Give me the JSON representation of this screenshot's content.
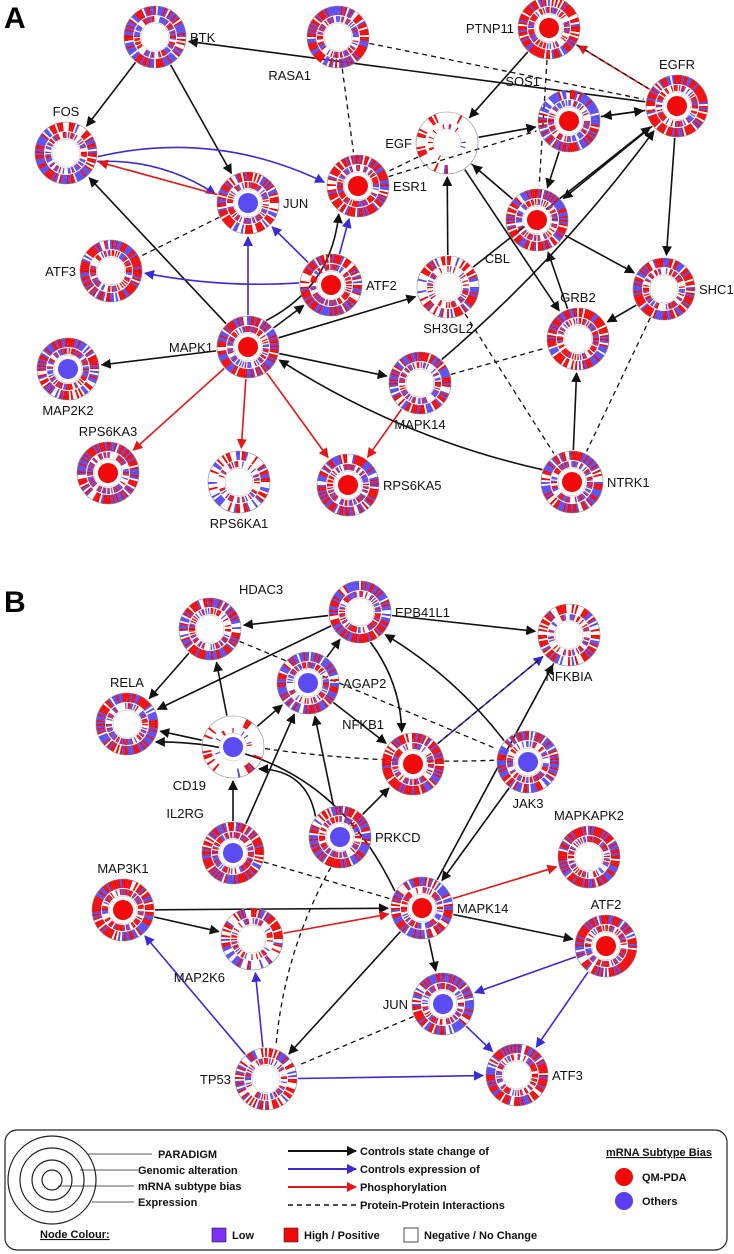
{
  "panels": [
    {
      "id": "A",
      "nodes": [
        {
          "id": "BTK",
          "ring": "mixed-blue",
          "center": "none"
        },
        {
          "id": "RASA1",
          "ring": "mixed-blue",
          "center": "none"
        },
        {
          "id": "PTNP11",
          "ring": "mixed-red",
          "center": "red"
        },
        {
          "id": "EGFR",
          "ring": "mixed-red",
          "center": "red"
        },
        {
          "id": "SOS1",
          "ring": "mixed-blue",
          "center": "red"
        },
        {
          "id": "EGF",
          "ring": "white",
          "center": "none"
        },
        {
          "id": "FOS",
          "ring": "mixed-blue",
          "center": "none"
        },
        {
          "id": "JUN",
          "ring": "mixed-red",
          "center": "blue"
        },
        {
          "id": "ESR1",
          "ring": "mixed-red",
          "center": "red"
        },
        {
          "id": "CBL",
          "ring": "mixed-red",
          "center": "red"
        },
        {
          "id": "ATF3",
          "ring": "mixed-red",
          "center": "none"
        },
        {
          "id": "ATF2",
          "ring": "mixed-red",
          "center": "red"
        },
        {
          "id": "SH3GL2",
          "ring": "light",
          "center": "none"
        },
        {
          "id": "SHC1",
          "ring": "mixed-red",
          "center": "none"
        },
        {
          "id": "GRB2",
          "ring": "mixed-red",
          "center": "none"
        },
        {
          "id": "MAPK1",
          "ring": "mixed-blue",
          "center": "red"
        },
        {
          "id": "MAP2K2",
          "ring": "mixed-blue",
          "center": "blue"
        },
        {
          "id": "MAPK14",
          "ring": "mixed-blue",
          "center": "none"
        },
        {
          "id": "RPS6KA3",
          "ring": "mixed-blue",
          "center": "red"
        },
        {
          "id": "RPS6KA1",
          "ring": "light",
          "center": "none"
        },
        {
          "id": "RPS6KA5",
          "ring": "mixed-blue",
          "center": "red"
        },
        {
          "id": "NTRK1",
          "ring": "mixed-blue",
          "center": "red"
        }
      ],
      "edges": [
        {
          "from": "BTK",
          "to": "FOS",
          "type": "state"
        },
        {
          "from": "BTK",
          "to": "JUN",
          "type": "state"
        },
        {
          "from": "EGFR",
          "to": "BTK",
          "type": "state"
        },
        {
          "from": "FOS",
          "to": "ESR1",
          "type": "expression"
        },
        {
          "from": "FOS",
          "to": "JUN",
          "type": "expression"
        },
        {
          "from": "JUN",
          "to": "FOS",
          "type": "phosphorylation"
        },
        {
          "from": "MAPK1",
          "to": "FOS",
          "type": "state"
        },
        {
          "from": "MAPK1",
          "to": "JUN",
          "type": "expression"
        },
        {
          "from": "MAPK1",
          "to": "ESR1",
          "type": "state"
        },
        {
          "from": "MAPK1",
          "to": "ATF2",
          "type": "state"
        },
        {
          "from": "MAPK1",
          "to": "SH3GL2",
          "type": "state"
        },
        {
          "from": "MAPK1",
          "to": "MAP2K2",
          "type": "state"
        },
        {
          "from": "MAPK1",
          "to": "MAPK14",
          "type": "state"
        },
        {
          "from": "MAPK1",
          "to": "RPS6KA3",
          "type": "phosphorylation"
        },
        {
          "from": "MAPK1",
          "to": "RPS6KA1",
          "type": "phosphorylation"
        },
        {
          "from": "MAPK1",
          "to": "RPS6KA5",
          "type": "phosphorylation"
        },
        {
          "from": "ATF2",
          "to": "JUN",
          "type": "expression"
        },
        {
          "from": "ATF2",
          "to": "ESR1",
          "type": "expression"
        },
        {
          "from": "ATF2",
          "to": "ATF3",
          "type": "expression"
        },
        {
          "from": "MAPK14",
          "to": "RPS6KA5",
          "type": "phosphorylation"
        },
        {
          "from": "NTRK1",
          "to": "MAPK1",
          "type": "state"
        },
        {
          "from": "NTRK1",
          "to": "GRB2",
          "type": "state"
        },
        {
          "from": "MAPK14",
          "to": "EGFR",
          "type": "state"
        },
        {
          "from": "EGF",
          "to": "SOS1",
          "type": "state"
        },
        {
          "from": "EGF",
          "to": "GRB2",
          "type": "state"
        },
        {
          "from": "SH3GL2",
          "to": "EGF",
          "type": "state"
        },
        {
          "from": "SOS1",
          "to": "EGFR",
          "type": "state"
        },
        {
          "from": "SOS1",
          "to": "CBL",
          "type": "state"
        },
        {
          "from": "EGFR",
          "to": "SOS1",
          "type": "state"
        },
        {
          "from": "EGFR",
          "to": "CBL",
          "type": "state"
        },
        {
          "from": "EGFR",
          "to": "SHC1",
          "type": "state"
        },
        {
          "from": "EGFR",
          "to": "PTNP11",
          "type": "phosphorylation"
        },
        {
          "from": "PTNP11",
          "to": "EGF",
          "type": "state"
        },
        {
          "from": "CBL",
          "to": "EGF",
          "type": "state"
        },
        {
          "from": "CBL",
          "to": "SHC1",
          "type": "state"
        },
        {
          "from": "GRB2",
          "to": "CBL",
          "type": "state"
        },
        {
          "from": "SHC1",
          "to": "GRB2",
          "type": "state"
        },
        {
          "from": "SH3GL2",
          "to": "EGFR",
          "type": "state"
        },
        {
          "from": "RASA1",
          "to": "ESR1",
          "type": "ppi"
        },
        {
          "from": "RASA1",
          "to": "EGFR",
          "type": "ppi"
        },
        {
          "from": "PTNP11",
          "to": "EGFR",
          "type": "ppi"
        },
        {
          "from": "PTNP11",
          "to": "CBL",
          "type": "ppi"
        },
        {
          "from": "EGF",
          "to": "ESR1",
          "type": "ppi"
        },
        {
          "from": "ESR1",
          "to": "SOS1",
          "type": "ppi"
        },
        {
          "from": "EGF",
          "to": "CBL",
          "type": "ppi"
        },
        {
          "from": "JUN",
          "to": "ATF3",
          "type": "ppi"
        },
        {
          "from": "SH3GL2",
          "to": "NTRK1",
          "type": "ppi"
        },
        {
          "from": "MAPK14",
          "to": "GRB2",
          "type": "ppi"
        },
        {
          "from": "SHC1",
          "to": "NTRK1",
          "type": "ppi"
        }
      ]
    },
    {
      "id": "B",
      "nodes": [
        {
          "id": "HDAC3",
          "ring": "mixed-blue",
          "center": "none"
        },
        {
          "id": "EPB41L1",
          "ring": "mixed-blue",
          "center": "none"
        },
        {
          "id": "NFKBIA",
          "ring": "light",
          "center": "none"
        },
        {
          "id": "AGAP2",
          "ring": "mixed-blue",
          "center": "blue"
        },
        {
          "id": "RELA",
          "ring": "mixed-blue",
          "center": "none"
        },
        {
          "id": "CD19",
          "ring": "white",
          "center": "blue"
        },
        {
          "id": "NFKB1",
          "ring": "mixed-red",
          "center": "red"
        },
        {
          "id": "JAK3",
          "ring": "mixed-blue",
          "center": "blue"
        },
        {
          "id": "IL2RG",
          "ring": "mixed-blue",
          "center": "blue"
        },
        {
          "id": "PRKCD",
          "ring": "mixed-red",
          "center": "blue"
        },
        {
          "id": "MAPKAPK2",
          "ring": "mixed-red",
          "center": "none"
        },
        {
          "id": "MAP3K1",
          "ring": "mixed-red",
          "center": "red"
        },
        {
          "id": "MAPK14",
          "ring": "mixed-blue",
          "center": "red"
        },
        {
          "id": "MAP2K6",
          "ring": "light",
          "center": "none"
        },
        {
          "id": "ATF2",
          "ring": "mixed-red",
          "center": "red"
        },
        {
          "id": "JUN",
          "ring": "mixed-blue",
          "center": "blue"
        },
        {
          "id": "TP53",
          "ring": "light",
          "center": "none"
        },
        {
          "id": "ATF3",
          "ring": "mixed-red",
          "center": "none"
        }
      ],
      "edges": [
        {
          "from": "EPB41L1",
          "to": "HDAC3",
          "type": "state"
        },
        {
          "from": "EPB41L1",
          "to": "RELA",
          "type": "state"
        },
        {
          "from": "EPB41L1",
          "to": "NFKBIA",
          "type": "state"
        },
        {
          "from": "EPB41L1",
          "to": "NFKB1",
          "type": "state"
        },
        {
          "from": "HDAC3",
          "to": "RELA",
          "type": "state"
        },
        {
          "from": "CD19",
          "to": "HDAC3",
          "type": "state"
        },
        {
          "from": "CD19",
          "to": "AGAP2",
          "type": "state"
        },
        {
          "from": "CD19",
          "to": "RELA",
          "type": "state"
        },
        {
          "from": "AGAP2",
          "to": "NFKB1",
          "type": "state"
        },
        {
          "from": "AGAP2",
          "to": "EPB41L1",
          "type": "state"
        },
        {
          "from": "NFKB1",
          "to": "NFKBIA",
          "type": "expression"
        },
        {
          "from": "JAK3",
          "to": "EPB41L1",
          "type": "state"
        },
        {
          "from": "IL2RG",
          "to": "CD19",
          "type": "state"
        },
        {
          "from": "IL2RG",
          "to": "AGAP2",
          "type": "state"
        },
        {
          "from": "PRKCD",
          "to": "AGAP2",
          "type": "state"
        },
        {
          "from": "PRKCD",
          "to": "CD19",
          "type": "state"
        },
        {
          "from": "PRKCD",
          "to": "NFKB1",
          "type": "state"
        },
        {
          "from": "MAPK14",
          "to": "RELA",
          "type": "state"
        },
        {
          "from": "MAPK14",
          "to": "NFKBIA",
          "type": "state"
        },
        {
          "from": "MAPK14",
          "to": "MAPKAPK2",
          "type": "phosphorylation"
        },
        {
          "from": "MAPK14",
          "to": "ATF2",
          "type": "state"
        },
        {
          "from": "MAPK14",
          "to": "JUN",
          "type": "state"
        },
        {
          "from": "MAPK14",
          "to": "TP53",
          "type": "state"
        },
        {
          "from": "JAK3",
          "to": "MAPK14",
          "type": "state"
        },
        {
          "from": "MAP3K1",
          "to": "MAPK14",
          "type": "state"
        },
        {
          "from": "MAP3K1",
          "to": "MAP2K6",
          "type": "state"
        },
        {
          "from": "MAP2K6",
          "to": "MAPK14",
          "type": "phosphorylation"
        },
        {
          "from": "ATF2",
          "to": "JUN",
          "type": "expression"
        },
        {
          "from": "ATF2",
          "to": "ATF3",
          "type": "expression"
        },
        {
          "from": "JUN",
          "to": "ATF3",
          "type": "expression"
        },
        {
          "from": "TP53",
          "to": "MAP3K1",
          "type": "expression"
        },
        {
          "from": "TP53",
          "to": "MAP2K6",
          "type": "expression"
        },
        {
          "from": "TP53",
          "to": "ATF3",
          "type": "expression"
        },
        {
          "from": "HDAC3",
          "to": "JAK3",
          "type": "ppi"
        },
        {
          "from": "EPB41L1",
          "to": "NFKB1",
          "type": "ppi"
        },
        {
          "from": "CD19",
          "to": "JAK3",
          "type": "ppi"
        },
        {
          "from": "NFKB1",
          "to": "NFKBIA",
          "type": "ppi"
        },
        {
          "from": "PRKCD",
          "to": "TP53",
          "type": "ppi"
        },
        {
          "from": "IL2RG",
          "to": "MAPK14",
          "type": "ppi"
        },
        {
          "from": "NFKBIA",
          "to": "MAPK14",
          "type": "ppi"
        },
        {
          "from": "JUN",
          "to": "TP53",
          "type": "ppi"
        }
      ]
    }
  ],
  "legend": {
    "rings": [
      "PARADIGM",
      "Genomic alteration",
      "mRNA subtype bias",
      "Expression"
    ],
    "edge_types": [
      {
        "type": "state",
        "label": "Controls state change of",
        "color": "#000000"
      },
      {
        "type": "expression",
        "label": "Controls expression of",
        "color": "#3b2bd6"
      },
      {
        "type": "phosphorylation",
        "label": "Phosphorylation",
        "color": "#e21818"
      },
      {
        "type": "ppi",
        "label": "Protein-Protein Interactions",
        "color": "#000000"
      }
    ],
    "subtype_title": "mRNA Subtype Bias",
    "subtypes": [
      {
        "label": "QM-PDA",
        "color": "#f20a0a"
      },
      {
        "label": "Others",
        "color": "#5b3cf0"
      }
    ],
    "node_colour_title": "Node Colour:",
    "node_colours": [
      {
        "label": "Low",
        "color": "#7b2ff7"
      },
      {
        "label": "High / Positive",
        "color": "#f20a0a"
      },
      {
        "label": "Negative / No Change",
        "color": "#ffffff"
      }
    ]
  },
  "colors": {
    "red": "#f20a0a",
    "blue": "#5a4cf2",
    "state": "#111111",
    "expression": "#3b2bd6",
    "phosphorylation": "#e21818"
  }
}
